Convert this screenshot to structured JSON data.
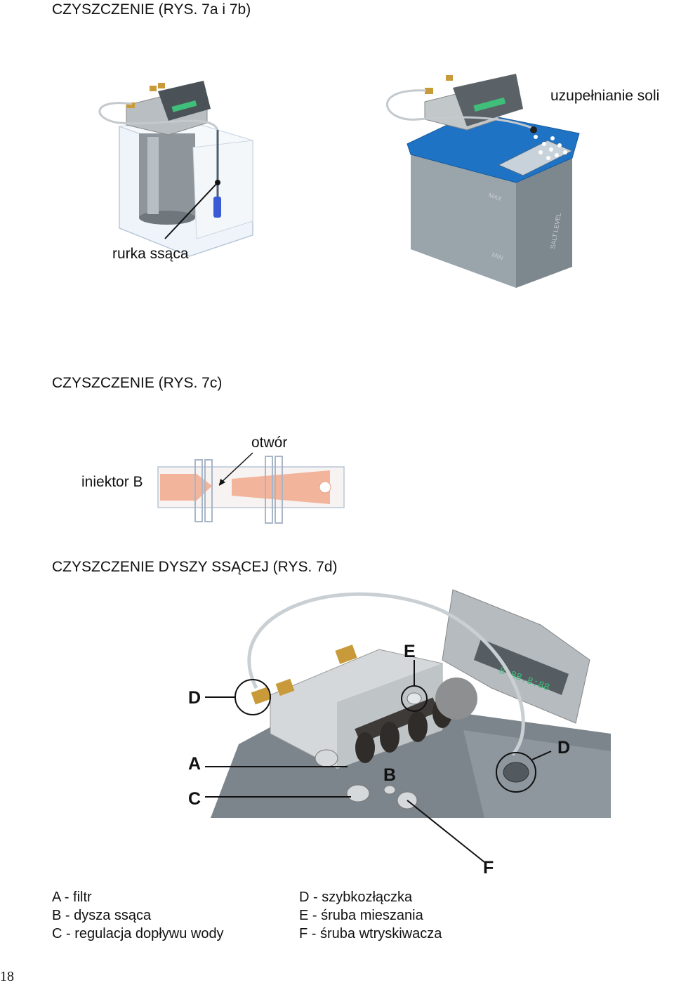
{
  "section_7ab": {
    "heading": "CZYSZCZENIE (RYS. 7a i 7b)",
    "label_tube": "rurka ssąca",
    "label_salt": "uzupełnianie soli",
    "tank_labels": {
      "max": "MAX",
      "min": "MIN",
      "salt_level": "SALT LEVEL"
    }
  },
  "section_7c": {
    "heading": "CZYSZCZENIE (RYS. 7c)",
    "label_hole": "otwór",
    "label_injector": "iniektor B"
  },
  "section_7d": {
    "heading": "CZYSZCZENIE DYSZY SSĄCEJ (RYS. 7d)",
    "callouts": {
      "A": "A",
      "B": "B",
      "C": "C",
      "D1": "D",
      "D2": "D",
      "E": "E",
      "F": "F"
    },
    "display_text": "8 88.8:88"
  },
  "legend": {
    "left": [
      "A - filtr",
      "B - dysza ssąca",
      "C - regulacja dopływu wody"
    ],
    "right": [
      "D - szybkozłączka",
      "E - śruba mieszania",
      "F - śruba wtryskiwacza"
    ]
  },
  "page_number": "18",
  "colors": {
    "tank_blue": "#1f73c4",
    "display_green": "#3fbf7a",
    "injector_orange": "#f2b49b",
    "gray_body": "#9aa4ab"
  }
}
